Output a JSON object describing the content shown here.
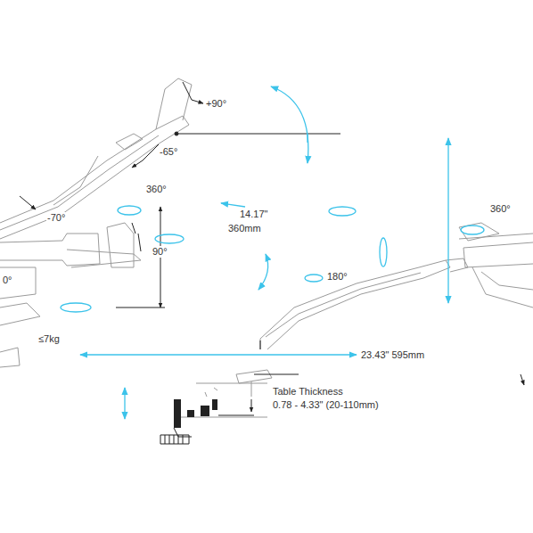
{
  "diagram": {
    "labels": [
      "+90°",
      "-65°",
      "360°",
      "-70°",
      "14.17\"",
      "360mm",
      "90°",
      "0°",
      "180°",
      "360°",
      "≤7kg",
      "23.43\" 595mm",
      "Table Thickness",
      "0.78 - 4.33\" (20-110mm)"
    ]
  }
}
